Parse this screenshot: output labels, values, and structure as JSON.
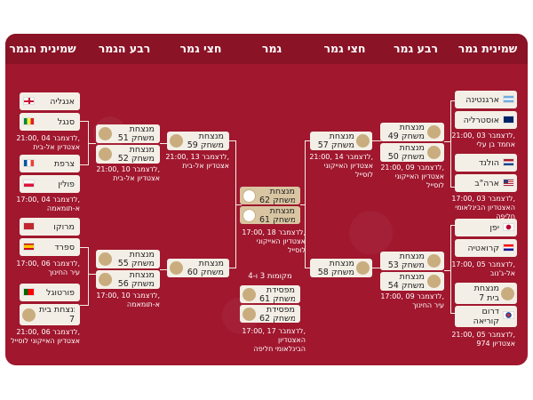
{
  "headers": {
    "r16_left": "שמינית הגמר",
    "qf_left": "רבע הגמר",
    "sf_left": "חצי גמר",
    "final": "גמר",
    "sf_right": "חצי גמר",
    "qf_right": "רבע גמר",
    "r16_right": "שמינית גמר"
  },
  "r16_left": {
    "m1": {
      "team_a": "אנגליה",
      "team_b": "סנגל",
      "info": [
        "21:00, 04 לדצמבר,",
        "אצטדיון אל-בית"
      ]
    },
    "m2": {
      "team_a": "צרפת",
      "team_b": "פולין",
      "info": [
        "17:00, 04 לדצמבר,",
        "א-תומאמה"
      ]
    },
    "m3": {
      "team_a": "מרוקו",
      "team_b": "ספרד",
      "info": [
        "17:00, 06 לדצמבר,",
        "עיר",
        "החינוך"
      ]
    },
    "m4": {
      "team_a": "פורטוגל",
      "team_b": "מנצחת בית",
      "team_b2": "7",
      "info": [
        "21:00, 06 לדצמבר,",
        "אצטדיון האייקוני לוסייל"
      ]
    }
  },
  "qf_left": {
    "m1": {
      "line_a": "מנצחת",
      "line_a2": "משחק 51",
      "line_b": "מנצחת",
      "line_b2": "משחק 52",
      "info": [
        "21:00, 10 לדצמבר,",
        "אצטדיון אל-בית"
      ]
    },
    "m2": {
      "line_a": "מנצחת",
      "line_a2": "משחק 55",
      "line_b": "מנצחת",
      "line_b2": "משחק 56",
      "info": [
        "17:00, 10 לדצמבר,",
        "א-תומאמה"
      ]
    }
  },
  "sf_left": {
    "m1": {
      "line_a": "מנצחת",
      "line_a2": "משחק 59",
      "info": [
        "21:00, 13 לדצמבר,",
        "אצטדיון אל-בית"
      ]
    },
    "m2": {
      "line_a": "מנצחת",
      "line_a2": "משחק 60"
    }
  },
  "final": {
    "line_a": "מנצחת",
    "line_a2": "משחק 62",
    "line_b": "מנצחת",
    "line_b2": "משחק 61",
    "info": [
      "17:00, 18 לדצמבר,",
      "אצטדיון האייקוני",
      "לוסייל"
    ]
  },
  "third_place": {
    "title": "מקומות 3 ו-4",
    "line_a": "מפסידת",
    "line_a2": "משחק 61",
    "line_b": "מפסידת",
    "line_b2": "משחק 62",
    "info": [
      "17:00, 17 לדצמבר,",
      "האצטדיון",
      "הבינלאומי חליפה"
    ]
  },
  "sf_right": {
    "m1": {
      "line_a": "מנצחת",
      "line_a2": "משחק 57",
      "info": [
        "21:00, 14 לדצמבר,",
        "אצטדיון האייקוני",
        "לוסייל"
      ]
    },
    "m2": {
      "line_a": "מנצחת",
      "line_a2": "משחק 58"
    }
  },
  "qf_right": {
    "m1": {
      "line_a": "מנצחת",
      "line_a2": "משחק 49",
      "line_b": "מנצחת",
      "line_b2": "משחק 50",
      "info": [
        "21:00, 09 לדצמבר,",
        "אצטדיון האייקוני",
        "לוסייל"
      ]
    },
    "m2": {
      "line_a": "מנצחת",
      "line_a2": "משחק 53",
      "line_b": "מנצחת",
      "line_b2": "משחק 54",
      "info": [
        "17:00, 09 לדצמבר,",
        "עיר החינוך"
      ]
    }
  },
  "r16_right": {
    "m1": {
      "team_a": "ארגנטינה",
      "team_b": "אוסטרליה",
      "info": [
        "21:00, 03 לדצמבר,",
        "אחמד בן עלי"
      ]
    },
    "m2": {
      "team_a": "הולנד",
      "team_b": "ארה\"ב",
      "info": [
        "17:00, 03 לדצמבר,",
        "האצטדיון הבינלאומי",
        "חליפה"
      ]
    },
    "m3": {
      "team_a": "יפן",
      "team_b": "קרואטיה",
      "info": [
        "17:00, 05 לדצמבר,",
        "אל-ג'נוב"
      ]
    },
    "m4": {
      "team_a": "מנצחת",
      "team_a2": "בית 7",
      "team_b": "דרום",
      "team_b2": "קוריאה",
      "info": [
        "21:00, 05 לדצמבר,",
        "אצטדיון 974"
      ]
    }
  },
  "colors": {
    "background": "#a0172e",
    "box": "#f4efe6",
    "gold": "#c9ad7f"
  }
}
